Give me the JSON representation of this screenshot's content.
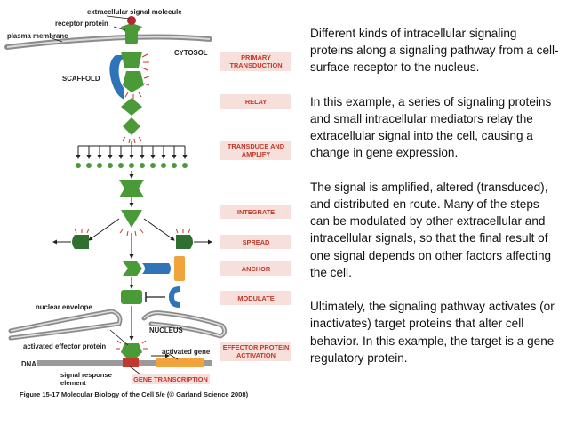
{
  "figure": {
    "labels": {
      "extracellular_signal_molecule": "extracellular signal molecule",
      "receptor_protein": "receptor protein",
      "plasma_membrane": "plasma membrane",
      "cytosol": "CYTOSOL",
      "scaffold": "SCAFFOLD",
      "nuclear_envelope": "nuclear envelope",
      "nucleus": "NUCLEUS",
      "activated_effector_protein": "activated effector protein",
      "activated_gene": "activated gene",
      "dna": "DNA",
      "signal_response_element_1": "signal response",
      "signal_response_element_2": "element"
    },
    "stages": [
      {
        "line1": "PRIMARY",
        "line2": "TRANSDUCTION"
      },
      {
        "line1": "RELAY",
        "line2": ""
      },
      {
        "line1": "TRANSDUCE AND",
        "line2": "AMPLIFY"
      },
      {
        "line1": "INTEGRATE",
        "line2": ""
      },
      {
        "line1": "SPREAD",
        "line2": ""
      },
      {
        "line1": "ANCHOR",
        "line2": ""
      },
      {
        "line1": "MODULATE",
        "line2": ""
      },
      {
        "line1": "EFFECTOR PROTEIN",
        "line2": "ACTIVATION"
      },
      {
        "line1": "GENE TRANSCRIPTION",
        "line2": ""
      }
    ],
    "caption": "Figure 15-17 Molecular Biology of the Cell 5/e (© Garland Science 2008)",
    "colors": {
      "protein_green": "#4a9a38",
      "protein_blue": "#2f73b8",
      "signal_red": "#b3282e",
      "anchor_orange": "#f1a33c",
      "membrane_gray": "#8c8c8c",
      "stage_box": "#f7dfdc",
      "stage_text": "#c0392b",
      "dna_orange": "#f1a33c",
      "dna_red": "#c0392b"
    }
  },
  "text": {
    "paragraphs": [
      "Different kinds of intracellular signaling proteins along a signaling pathway from a cell-surface receptor to the nucleus.",
      "In this example, a series of signaling proteins and small intracellular mediators relay the extracellular signal into the cell, causing a change in gene expression.",
      "The signal is amplified, altered (transduced), and distributed en route. Many of the steps can be modulated by other extracellular and intracellular signals, so that the final result of one signal depends on other factors affecting the cell.",
      "Ultimately, the signaling pathway activates (or inactivates) target proteins that alter cell behavior. In this example, the target is a gene regulatory protein."
    ]
  }
}
